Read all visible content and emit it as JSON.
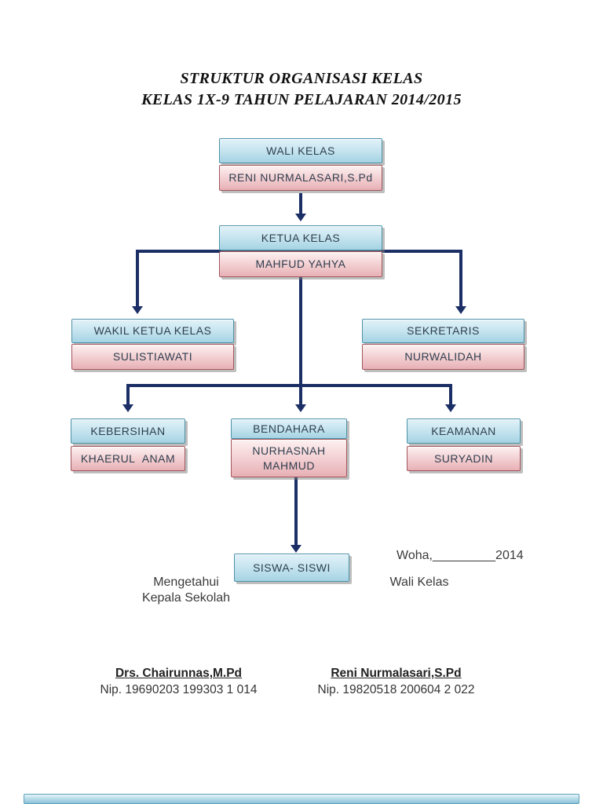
{
  "page": {
    "title_line1": "STRUKTUR ORGANISASI KELAS",
    "title_line2": "KELAS 1X-9 TAHUN PELAJARAN 2014/2015"
  },
  "org_chart": {
    "type": "org-tree",
    "nodes": {
      "wali_kelas": {
        "role": "WALI KELAS",
        "name": "RENI NURMALASARI,S.Pd"
      },
      "ketua_kelas": {
        "role": "KETUA KELAS",
        "name": "MAHFUD YAHYA"
      },
      "wakil_ketua": {
        "role": "WAKIL KETUA KELAS",
        "name": "SULISTIAWATI"
      },
      "sekretaris": {
        "role": "SEKRETARIS",
        "name": "NURWALIDAH"
      },
      "kebersihan": {
        "role": "KEBERSIHAN",
        "name": "KHAERUL  ANAM"
      },
      "bendahara": {
        "role": "BENDAHARA",
        "name": "NURHASNAH\nMAHMUD"
      },
      "keamanan": {
        "role": "KEAMANAN",
        "name": "SURYADIN"
      },
      "siswa_siswi": {
        "label": "SISWA- SISWI"
      }
    },
    "edges": [
      "wali_kelas->ketua_kelas",
      "ketua_kelas->wakil_ketua",
      "ketua_kelas->sekretaris",
      "ketua_kelas->kebersihan",
      "ketua_kelas->bendahara",
      "ketua_kelas->keamanan",
      "bendahara->siswa_siswi"
    ]
  },
  "signature_block": {
    "place_date": "Woha,_________2014",
    "left_title_line1": "Mengetahui",
    "left_title_line2": "Kepala Sekolah",
    "right_title": "Wali Kelas",
    "left_name": "Drs. Chairunnas,M.Pd",
    "left_nip": "Nip. 19690203 199303 1 014",
    "right_name": "Reni Nurmalasari,S.Pd",
    "right_nip": "Nip. 19820518 200604 2 022"
  },
  "colors": {
    "connector_navy": "#1b2f66",
    "role_box_blue_top": "#e2f2f8",
    "role_box_blue_bottom": "#a5d3e3",
    "role_box_border": "#4d92a8",
    "name_box_pink_top": "#fdf1f1",
    "name_box_pink_bottom": "#e7b0b5",
    "name_box_border": "#a2565c",
    "box_text": "#2e3e4e",
    "title_text": "#111111"
  }
}
